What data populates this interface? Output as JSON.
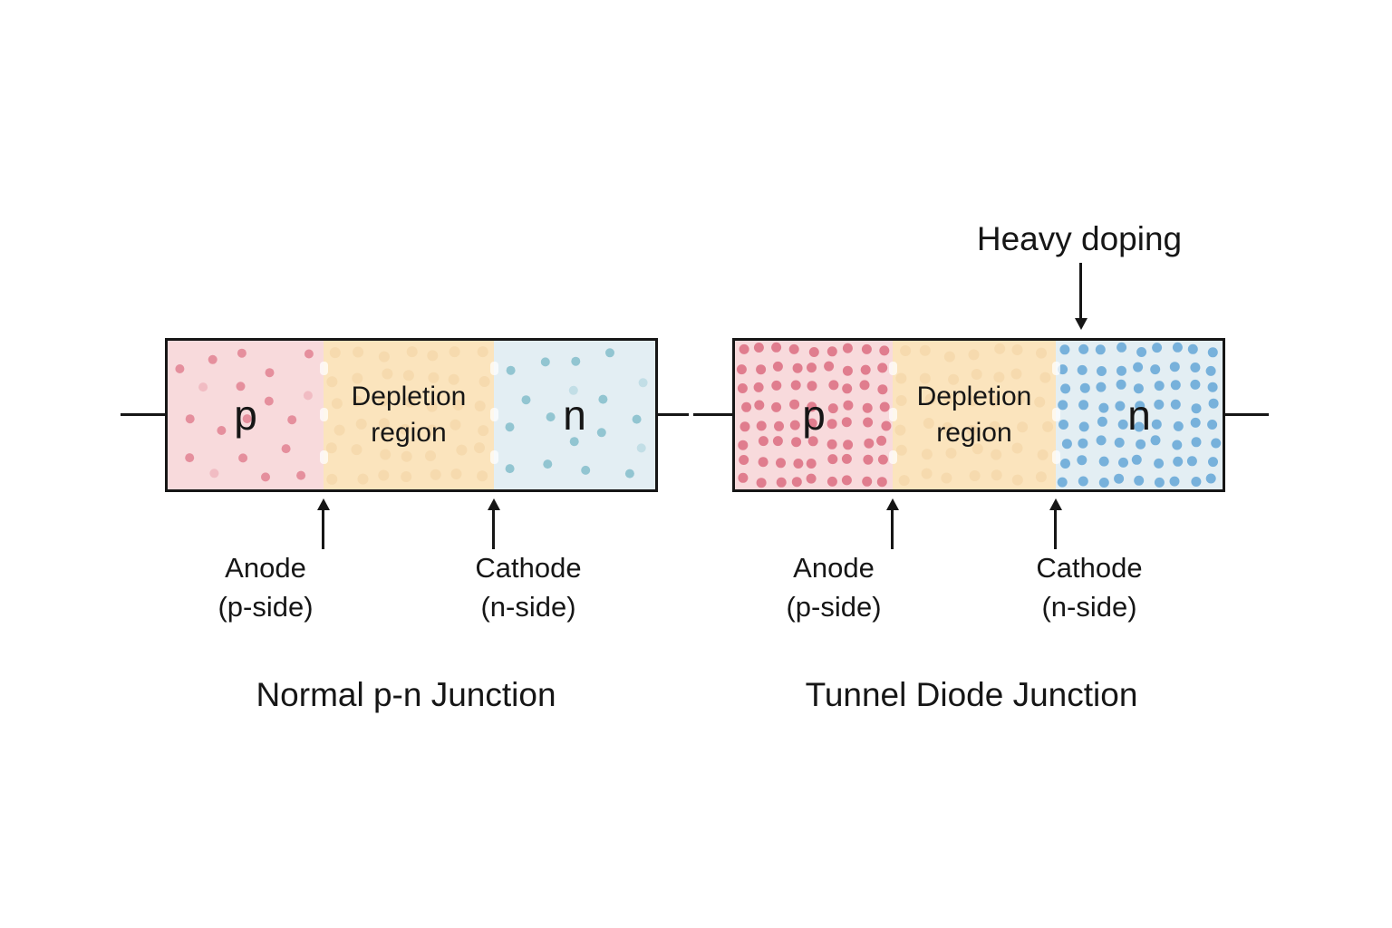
{
  "colors": {
    "page_background": "#ffffff",
    "outline": "#161616",
    "text": "#161616",
    "p_region_bg": "#f8dadc",
    "depletion_region_bg": "#fbe4bd",
    "n_region_bg": "#e3eef3",
    "p_dot_sparse": "#e58f9d",
    "n_dot_sparse": "#92c5d1",
    "p_dot_dense": "#e07d8e",
    "n_dot_dense": "#77b1db",
    "depletion_dot": "#f0cf9c"
  },
  "dots_config": {
    "sparse": {
      "count": 21,
      "radius": 5,
      "min_dist": 31,
      "edge_pad": 8
    },
    "dense": {
      "cols": 9,
      "rows": 8,
      "radius": 5.5,
      "jitter": 3
    },
    "faint": {
      "cols": 7,
      "rows": 6,
      "radius": 6,
      "jitter": 5,
      "opacity": 0.45
    }
  },
  "diagrams": [
    {
      "title": "Normal p-n Junction",
      "p_label": "p",
      "n_label": "n",
      "depletion_line1": "Depletion",
      "depletion_line2": "region",
      "anode_line1": "Anode",
      "anode_line2": "(p-side)",
      "cathode_line1": "Cathode",
      "cathode_line2": "(n-side)",
      "doping_style": "sparse"
    },
    {
      "title": "Tunnel Diode Junction",
      "heavy_doping_label": "Heavy doping",
      "p_label": "p",
      "n_label": "n",
      "depletion_line1": "Depletion",
      "depletion_line2": "region",
      "anode_line1": "Anode",
      "anode_line2": "(p-side)",
      "cathode_line1": "Cathode",
      "cathode_line2": "(n-side)",
      "doping_style": "dense"
    }
  ]
}
